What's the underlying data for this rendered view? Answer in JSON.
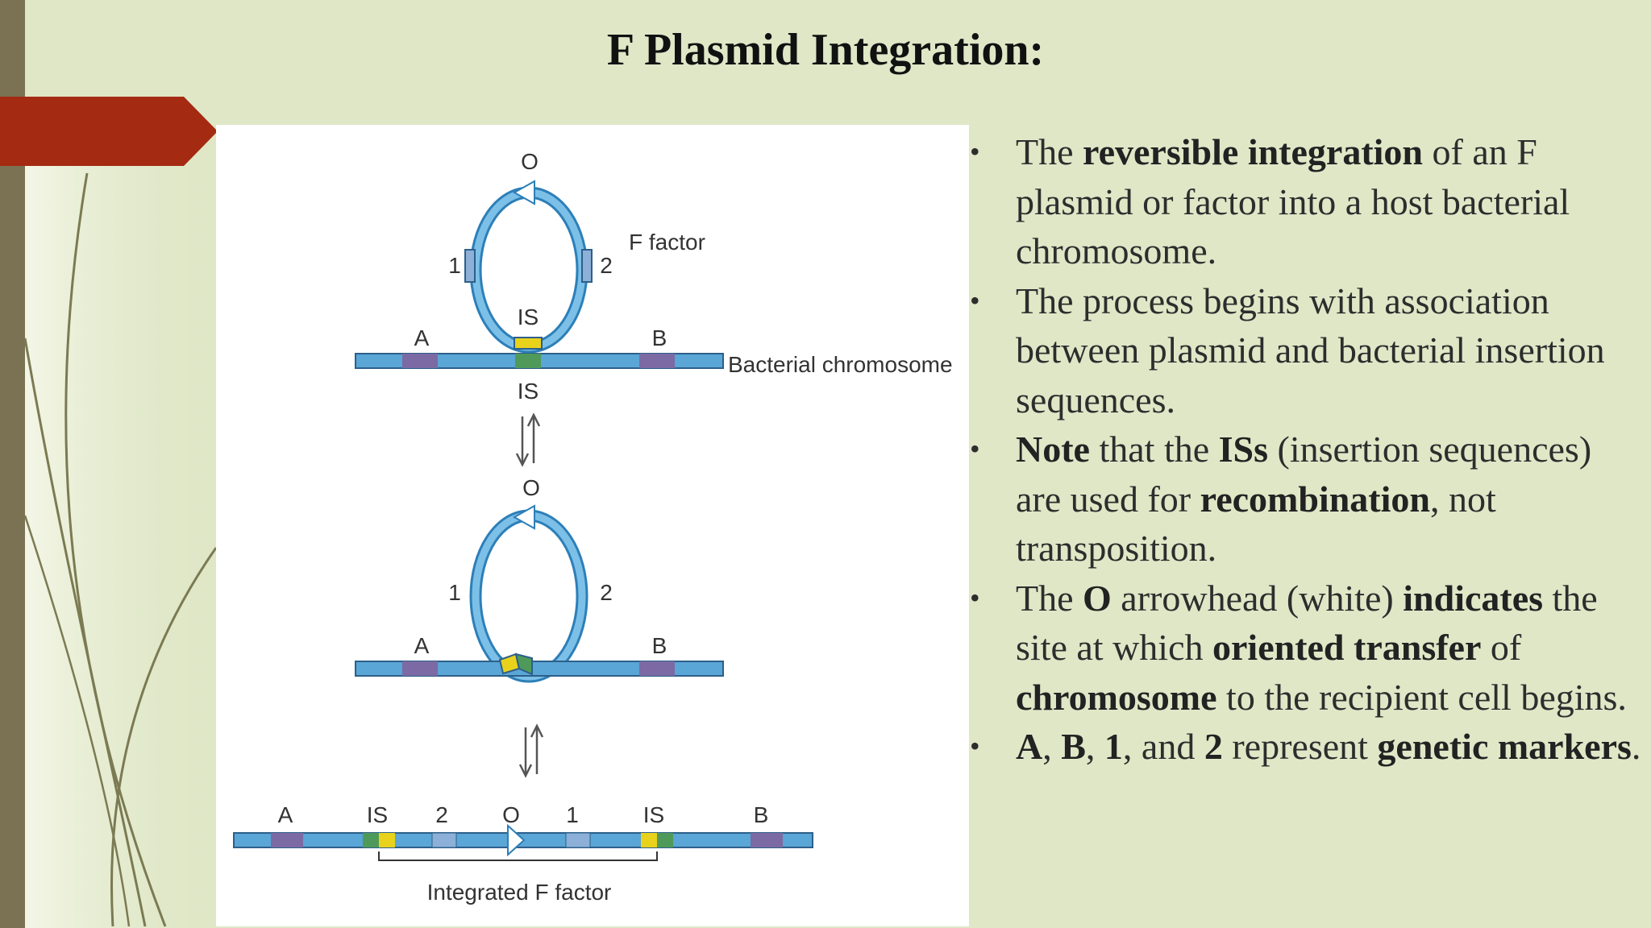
{
  "slide": {
    "title": "F Plasmid Integration:",
    "colors": {
      "background": "#dfe7c7",
      "left_bar": "#7a7253",
      "red_tab": "#a52a12",
      "dna_blue": "#5aa6d6",
      "marker_purple": "#7b6aa3",
      "is_yellow": "#e8d21c",
      "is_green": "#4f9a5a"
    }
  },
  "figure": {
    "labels": {
      "origin": "O",
      "marker_1": "1",
      "marker_2": "2",
      "f_factor": "F factor",
      "insertion_seq": "IS",
      "marker_a": "A",
      "marker_b": "B",
      "bacterial_chromosome": "Bacterial chromosome",
      "integrated_f_factor": "Integrated F factor"
    },
    "icons": [
      "reversible-arrow-icon",
      "origin-arrowhead-icon"
    ]
  },
  "bullets": [
    [
      {
        "text": "The ",
        "bold": false
      },
      {
        "text": "reversible integration",
        "bold": true
      },
      {
        "text": " of an F plasmid or factor into a host bacterial chromosome.",
        "bold": false
      }
    ],
    [
      {
        "text": "The process begins with association between plasmid and bacterial insertion sequences.",
        "bold": false
      }
    ],
    [
      {
        "text": "Note",
        "bold": true
      },
      {
        "text": " that the ",
        "bold": false
      },
      {
        "text": "ISs",
        "bold": true
      },
      {
        "text": " (insertion sequences) are used for ",
        "bold": false
      },
      {
        "text": "recombination",
        "bold": true
      },
      {
        "text": ", not transposition.",
        "bold": false
      }
    ],
    [
      {
        "text": "The ",
        "bold": false
      },
      {
        "text": "O",
        "bold": true
      },
      {
        "text": " arrowhead (white) ",
        "bold": false
      },
      {
        "text": "indicates",
        "bold": true
      },
      {
        "text": " the site at which ",
        "bold": false
      },
      {
        "text": "oriented transfer",
        "bold": true
      },
      {
        "text": " of ",
        "bold": false
      },
      {
        "text": "chromosome",
        "bold": true
      },
      {
        "text": " to the recipient cell begins.",
        "bold": false
      }
    ],
    [
      {
        "text": "A",
        "bold": true
      },
      {
        "text": ", ",
        "bold": false
      },
      {
        "text": "B",
        "bold": true
      },
      {
        "text": ", ",
        "bold": false
      },
      {
        "text": "1",
        "bold": true
      },
      {
        "text": ", and ",
        "bold": false
      },
      {
        "text": "2",
        "bold": true
      },
      {
        "text": " represent ",
        "bold": false
      },
      {
        "text": "genetic markers",
        "bold": true
      },
      {
        "text": ".",
        "bold": false
      }
    ]
  ]
}
